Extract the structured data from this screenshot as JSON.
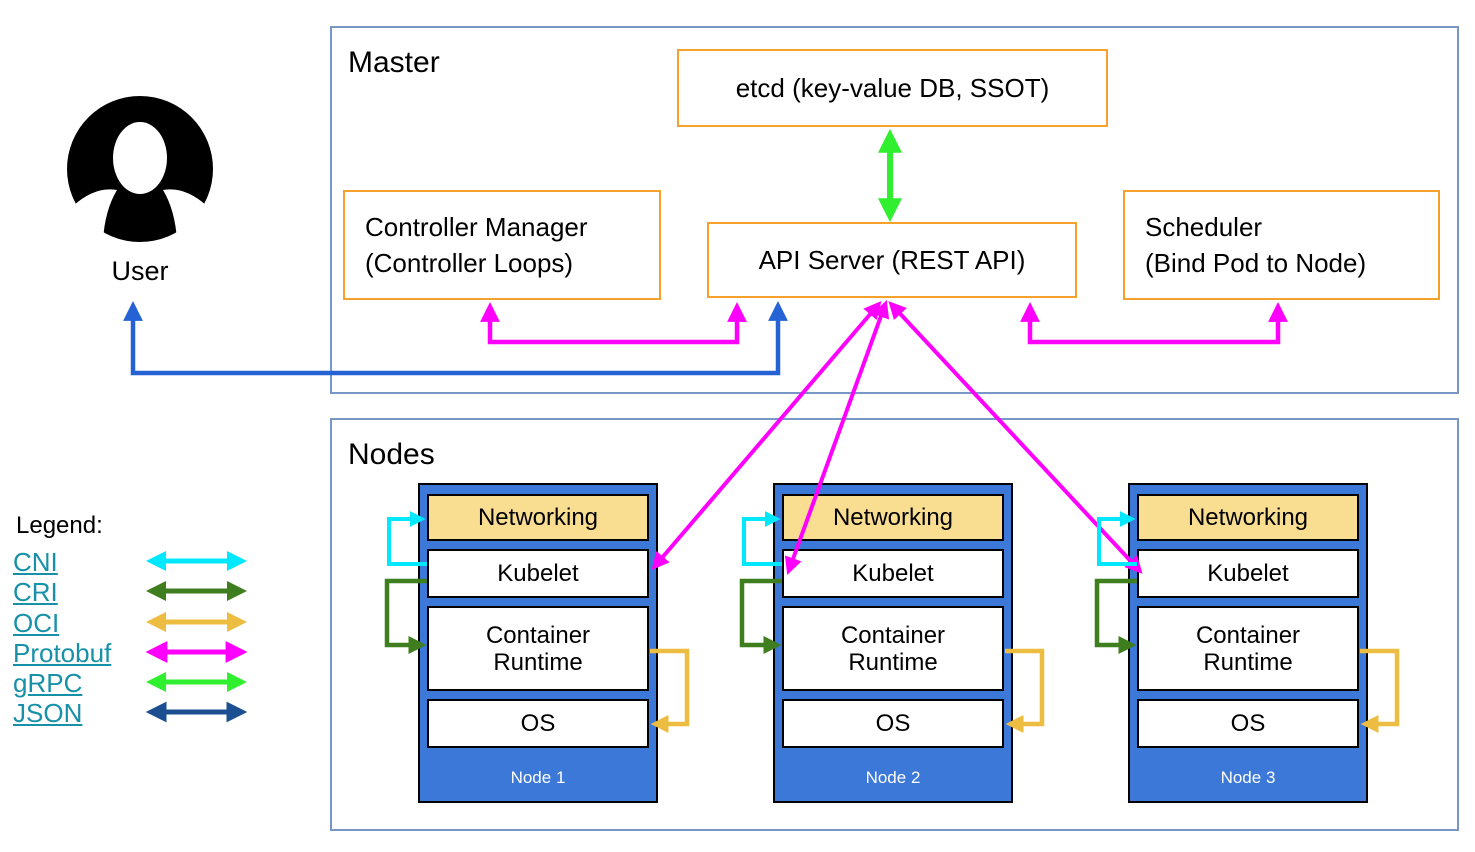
{
  "user": {
    "label": "User"
  },
  "master": {
    "title": "Master",
    "etcd_label": "etcd (key-value DB, SSOT)",
    "controller_manager_line1": "Controller Manager",
    "controller_manager_line2": "(Controller Loops)",
    "api_server_label": "API Server (REST API)",
    "scheduler_line1": "Scheduler",
    "scheduler_line2": "(Bind Pod to Node)"
  },
  "nodes_section": {
    "title": "Nodes",
    "nodes": [
      {
        "label": "Node 1",
        "components": [
          "Networking",
          "Kubelet",
          "Container Runtime",
          "OS"
        ]
      },
      {
        "label": "Node 2",
        "components": [
          "Networking",
          "Kubelet",
          "Container Runtime",
          "OS"
        ]
      },
      {
        "label": "Node 3",
        "components": [
          "Networking",
          "Kubelet",
          "Container Runtime",
          "OS"
        ]
      }
    ]
  },
  "legend": {
    "title": "Legend:",
    "items": [
      {
        "label": "CNI"
      },
      {
        "label": "CRI"
      },
      {
        "label": "OCI"
      },
      {
        "label": "Protobuf"
      },
      {
        "label": "gRPC"
      },
      {
        "label": "JSON"
      }
    ]
  },
  "colors": {
    "cni": "#00E8FF",
    "cri": "#3E7E1F",
    "oci": "#EDBD41",
    "protobuf": "#FF00FF",
    "grpc": "#2FEF2F",
    "json": "#1C4F91",
    "user_api_link": "#2563D4",
    "component_border": "#F5A12B",
    "section_border": "#7897C7",
    "node_fill": "#3C78D8",
    "networking_fill": "#F9DD90",
    "legend_link": "#1791A8"
  }
}
